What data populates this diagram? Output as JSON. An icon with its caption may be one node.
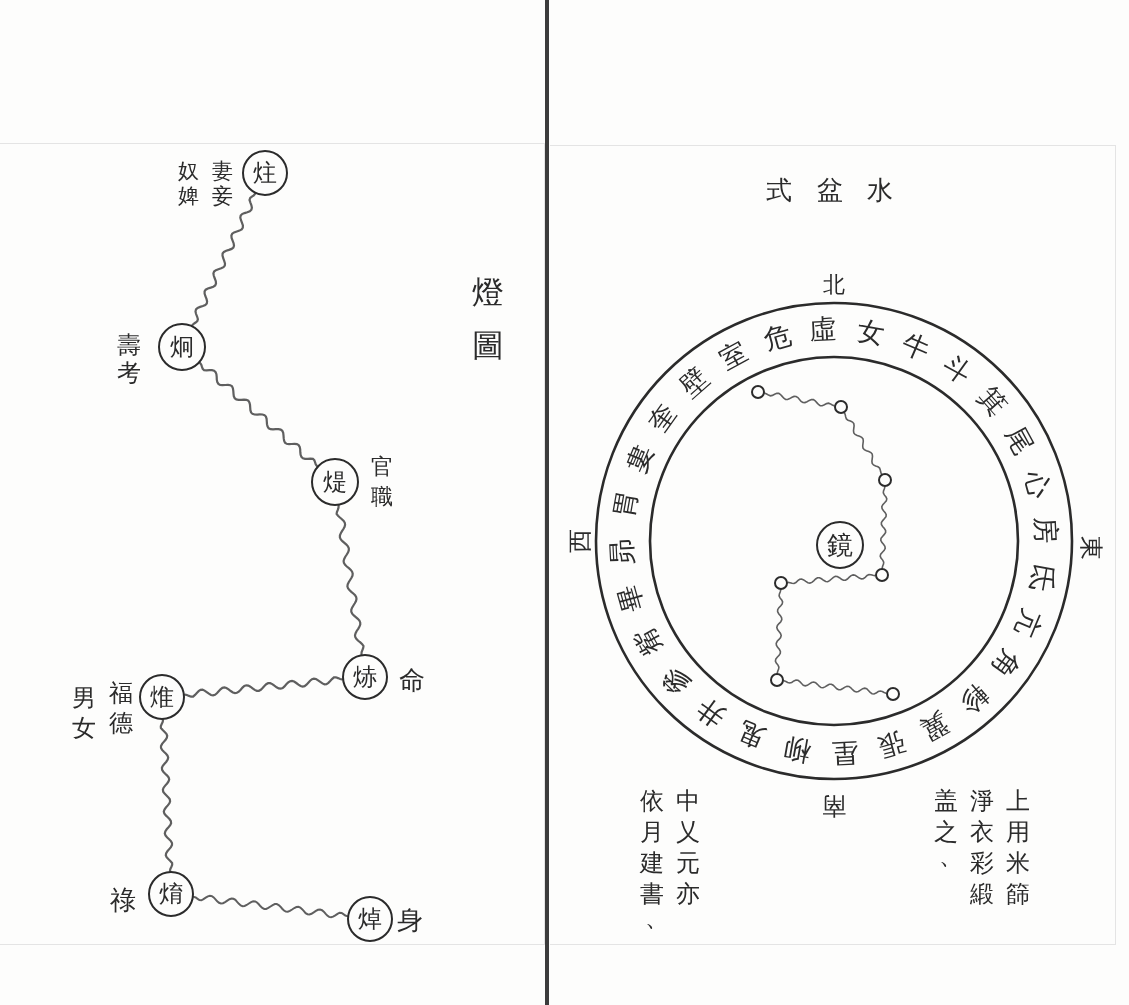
{
  "diagram": {
    "nodes": [
      {
        "text": [
          "炷"
        ],
        "beside": [
          "妻妾",
          "奴婢"
        ]
      },
      {
        "text": [
          "炯"
        ],
        "beside": [
          "壽考"
        ]
      },
      {
        "text": [
          "煶"
        ],
        "beside": [
          "官職"
        ]
      },
      {
        "text": [
          "焃"
        ],
        "beside": [
          "命"
        ]
      },
      {
        "text": [
          "焳"
        ],
        "beside": [
          "福德",
          "男女"
        ]
      },
      {
        "text": [
          "焴"
        ],
        "beside": [
          "祿"
        ]
      },
      {
        "text": [
          "焯"
        ],
        "beside": [
          "身"
        ]
      },
      {
        "text": [
          "角",
          "亢",
          "氐",
          "房",
          "心",
          "尾",
          "箕",
          "斗",
          "牛",
          "女",
          "虛",
          "危",
          "室",
          "壁",
          "奎",
          "婁",
          "胃",
          "昴",
          "畢",
          "觜",
          "參",
          "井",
          "鬼",
          "柳",
          "星",
          "張",
          "翼",
          "軫"
        ]
      },
      {
        "text": [
          "鏡"
        ],
        "in": 7
      },
      {
        "text": [],
        "shape": "circle",
        "in": 7
      },
      {
        "text": [],
        "shape": "circle",
        "in": 7
      },
      {
        "text": [],
        "shape": "circle",
        "in": 7
      },
      {
        "text": [],
        "shape": "circle",
        "in": 7
      },
      {
        "text": [],
        "shape": "circle",
        "in": 7
      },
      {
        "text": [],
        "shape": "circle",
        "in": 7
      },
      {
        "text": [],
        "shape": "circle",
        "in": 7
      }
    ],
    "edges": [
      {
        "from": 0,
        "to": 1,
        "arrow": "none"
      },
      {
        "from": 1,
        "to": 2,
        "arrow": "none"
      },
      {
        "from": 2,
        "to": 3,
        "arrow": "none"
      },
      {
        "from": 3,
        "to": 4,
        "arrow": "none"
      },
      {
        "from": 4,
        "to": 5,
        "arrow": "none"
      },
      {
        "from": 5,
        "to": 6,
        "arrow": "none"
      },
      {
        "from": 9,
        "to": 10,
        "arrow": "none"
      },
      {
        "from": 10,
        "to": 11,
        "arrow": "none"
      },
      {
        "from": 11,
        "to": 12,
        "arrow": "none"
      },
      {
        "from": 12,
        "to": 13,
        "arrow": "none"
      },
      {
        "from": 13,
        "to": 14,
        "arrow": "none"
      },
      {
        "from": 14,
        "to": 15,
        "arrow": "none"
      }
    ],
    "labels": [
      "燈圖",
      "水",
      "盆",
      "式",
      "北",
      "西",
      "東",
      "南",
      "上用米篩",
      "淨衣彩緞",
      "盖之、",
      "中乂元亦",
      "依月建書、"
    ]
  }
}
